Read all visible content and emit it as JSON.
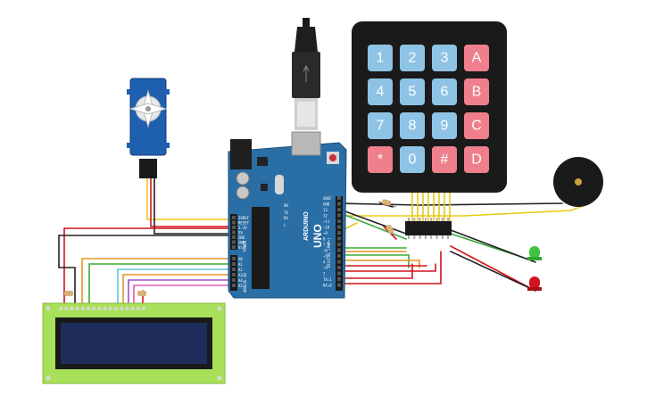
{
  "arduino": {
    "brand": "ARDUINO",
    "model": "UNO",
    "header_top": [
      "AREF",
      "GND",
      "13",
      "12",
      "~11",
      "~10",
      "~9",
      "8",
      "7",
      "~6",
      "~5",
      "4",
      "~3",
      "2",
      "TX▸1",
      "RX◂0"
    ],
    "header_power": [
      "IOREF",
      "RESET",
      "3.3V",
      "5V",
      "GND",
      "GND",
      "Vin"
    ],
    "header_analog": [
      "A0",
      "A1",
      "A2",
      "A3",
      "A4",
      "A5"
    ],
    "power_label": "POWER",
    "analog_label": "ANALOG IN",
    "digital_label": "DIGITAL (PWM~)",
    "on_label": "ON",
    "tx_label": "TX",
    "rx_label": "RX",
    "l_label": "L"
  },
  "keypad": {
    "keys": [
      [
        "1",
        "2",
        "3",
        "A"
      ],
      [
        "4",
        "5",
        "6",
        "B"
      ],
      [
        "7",
        "8",
        "9",
        "C"
      ],
      [
        "*",
        "0",
        "#",
        "D"
      ]
    ],
    "colors": {
      "digit": "#8ec3e6",
      "letter": "#ef7f8c",
      "frame": "#1a1a1a"
    }
  },
  "components": {
    "servo": "servo-motor",
    "buzzer": "piezo-buzzer",
    "lcd": "lcd-16x2",
    "shift_register": "ic-chip",
    "led_green": "green-led",
    "led_red": "red-led",
    "usb": "usb-cable"
  },
  "colors": {
    "board": "#2a6ea6",
    "wire_red": "#d0141e",
    "wire_yellow": "#e8c818",
    "wire_green": "#3caa3c",
    "wire_orange": "#e89624",
    "wire_black": "#222222",
    "wire_cyan": "#62c4e0",
    "wire_purple": "#a050c8",
    "wire_pink": "#e05ab4",
    "lcd_green": "#a8e05a",
    "lcd_screen": "#1f2d5c"
  }
}
